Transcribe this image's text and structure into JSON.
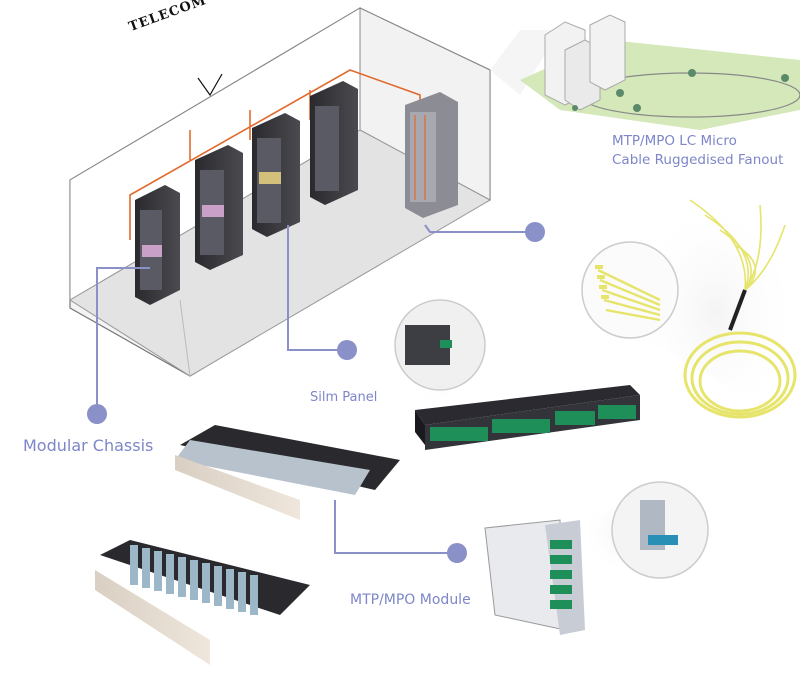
{
  "office_label": "TELECOM OFFICE",
  "labels": {
    "fanout_line1": "MTP/MPO LC Micro",
    "fanout_line2": "Cable Ruggedised Fanout",
    "slim_panel": "Silm Panel",
    "modular_chassis": "Modular Chassis",
    "module": "MTP/MPO Module"
  },
  "colors": {
    "connector": "#8a90c8",
    "label": "#7d86c8",
    "cable_orange": "#e26a2c",
    "fiber_yellow": "#e6e46a",
    "port_green": "#1f8f5a",
    "map_green": "#cfe6b2"
  }
}
